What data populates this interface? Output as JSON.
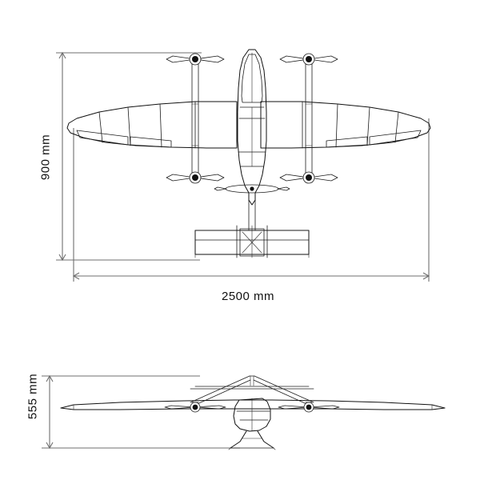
{
  "page": {
    "title": "UAV dimension drawing",
    "background_color": "#ffffff",
    "line_color": "#111111",
    "dimension_line_color": "#6f6f6f"
  },
  "views": [
    {
      "name": "top-view",
      "label": "Top view of fixed-wing VTOL aircraft"
    },
    {
      "name": "front-view",
      "label": "Front view of fixed-wing VTOL aircraft"
    }
  ],
  "dimensions": {
    "wingspan": "2500 mm",
    "length": "900 mm",
    "height": "555 mm"
  },
  "annotations": {
    "top_vertical_dim": "900 mm",
    "top_horizontal_dim": "2500 mm",
    "front_vertical_dim": "555 mm"
  }
}
